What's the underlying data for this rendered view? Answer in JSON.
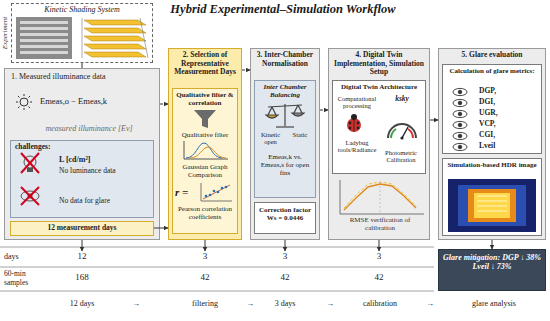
{
  "diagram": {
    "title": "Hybrid Experimental–Simulation Workflow",
    "nodes": [
      {
        "text": [
          "Kinetic Shading System"
        ]
      },
      {
        "text": [
          "1. Measured illuminance data"
        ]
      },
      {
        "text": [
          "challenges:",
          "L [cd/m²]",
          "No luminance data",
          "No data for glare"
        ],
        "in": 1
      },
      {
        "text": [
          "12 measurement days"
        ],
        "in": 1
      },
      {
        "text": [
          "2. Selection of Representative Measurement Days"
        ]
      },
      {
        "text": [
          "Qualitative filter & correlation",
          "Qualitative filter",
          "Gaussian Graph Comparison",
          "Pearson correlation coefficients"
        ],
        "in": 4
      },
      {
        "text": [
          "3. Inter-Chamber Normalisation"
        ]
      },
      {
        "text": [
          "Inter Chamber Balancing",
          "Kinetic open",
          "Static",
          "Emeas,k vs. Emeas,s for open fins"
        ],
        "in": 6
      },
      {
        "text": [
          "Correction factor Ws = 0.0446"
        ],
        "in": 6
      },
      {
        "text": [
          "4. Digital Twin Implementation, Simulation Setup"
        ]
      },
      {
        "text": [
          "Digital Twin Architecture",
          "Computational processing",
          "Ladybug tools/Radiance",
          "ksky",
          "Photometric Calibration"
        ],
        "in": 9
      },
      {
        "text": [
          "5. Glare evaluation"
        ]
      },
      {
        "text": [
          "Calculation of glare metrics:",
          "DGP,",
          "DGI,",
          "UGR,",
          "VCP,",
          "CGI,",
          "Lveil"
        ],
        "in": 11
      },
      {
        "text": [
          "Simulation-based HDR image"
        ],
        "in": 11
      },
      {
        "text": [
          "12"
        ]
      },
      {
        "text": [
          "3"
        ]
      },
      {
        "text": [
          "3"
        ]
      },
      {
        "text": [
          "3"
        ]
      },
      {
        "text": [
          "168"
        ]
      },
      {
        "text": [
          "42"
        ]
      },
      {
        "text": [
          "42"
        ]
      },
      {
        "text": [
          "42"
        ]
      },
      {
        "text": [
          "Glare mitigation: DGP ↓ 38% Lveil ↓ 73%"
        ]
      }
    ],
    "edges": [
      {
        "from": 0,
        "to": 1,
        "arrow": "none"
      },
      {
        "from": 1,
        "to": 4,
        "arrow": "to"
      },
      {
        "from": 3,
        "to": 4,
        "arrow": "to"
      },
      {
        "from": 4,
        "to": 6,
        "arrow": "to"
      },
      {
        "from": 6,
        "to": 9,
        "arrow": "to"
      },
      {
        "from": 9,
        "to": 11,
        "arrow": "to"
      },
      {
        "from": 1,
        "to": 14,
        "arrow": "to"
      },
      {
        "from": 4,
        "to": 15,
        "arrow": "to"
      },
      {
        "from": 6,
        "to": 16,
        "arrow": "to"
      },
      {
        "from": 9,
        "to": 17,
        "arrow": "to"
      },
      {
        "from": 11,
        "to": 22,
        "arrow": "to"
      }
    ],
    "labels": [
      "Experiment",
      "Emeas,o − Emeas,k",
      "measured illuminance [Ev]",
      "r =",
      "RMSE verification of calibration",
      "days",
      "60-min samples",
      "12 days",
      "→",
      "filtering",
      "→",
      "3 days",
      "→",
      "calibration",
      "→",
      "glare analysis"
    ]
  }
}
